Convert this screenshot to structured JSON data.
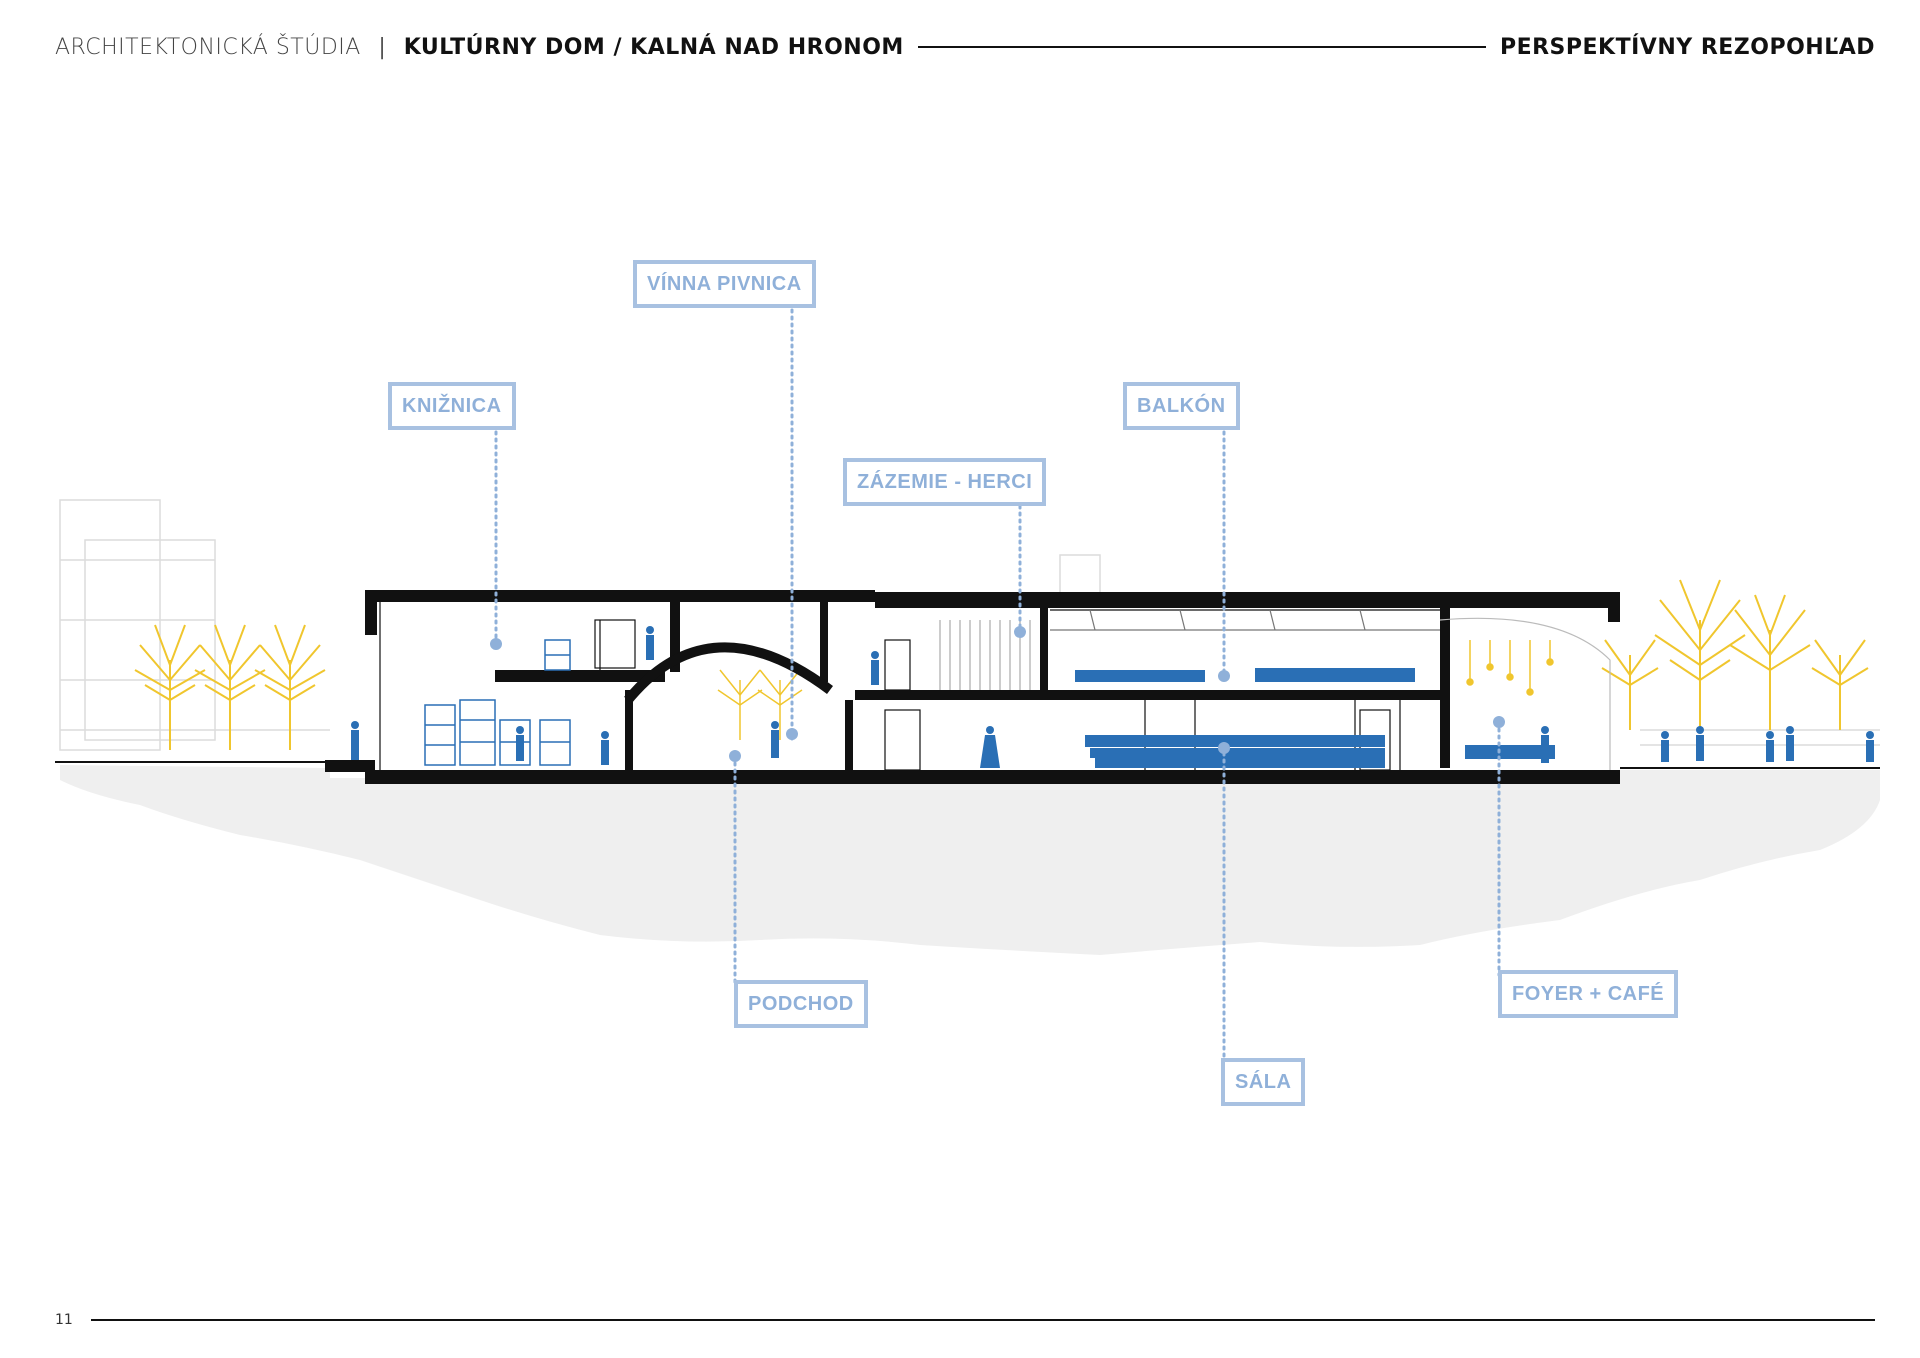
{
  "header": {
    "course": "ARCHITEKTONICKÁ ŠTÚDIA",
    "separator": "|",
    "project": "KULTÚRNY DOM / KALNÁ NAD HRONOM",
    "view": "PERSPEKTÍVNY REZOPOHĽAD"
  },
  "footer": {
    "page_number": "11"
  },
  "labels": {
    "kniznica": "KNIŽNICA",
    "vinna_pivnica": "VÍNNA PIVNICA",
    "zazemie": "ZÁZEMIE - HERCI",
    "balkon": "BALKÓN",
    "podchod": "PODCHOD",
    "foyer": "FOYER + CAFÉ",
    "sala": "SÁLA"
  },
  "colors": {
    "leader": "#8fb0d9",
    "label_border": "#a8c1e1",
    "structure": "#111111",
    "furniture": "#2a6fb5",
    "trees": "#f0c62e",
    "ground": "#efefef"
  }
}
